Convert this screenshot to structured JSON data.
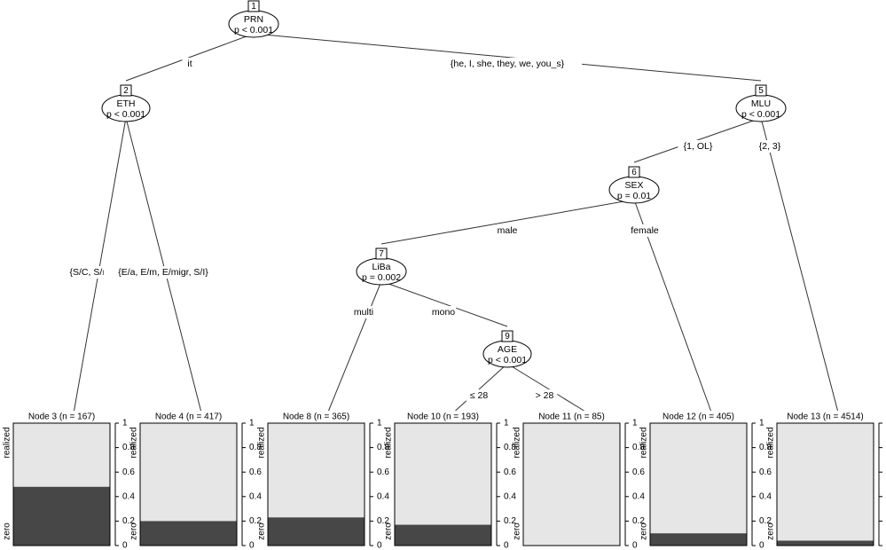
{
  "inner_nodes": [
    {
      "id": "1",
      "variable": "PRN",
      "p": "p < 0.001"
    },
    {
      "id": "2",
      "variable": "ETH",
      "p": "p < 0.001"
    },
    {
      "id": "5",
      "variable": "MLU",
      "p": "p < 0.001"
    },
    {
      "id": "6",
      "variable": "SEX",
      "p": "p = 0.01"
    },
    {
      "id": "7",
      "variable": "LiBa",
      "p": "p = 0.002"
    },
    {
      "id": "9",
      "variable": "AGE",
      "p": "p < 0.001"
    }
  ],
  "edges": [
    {
      "from": "1",
      "to": "2",
      "label": "it"
    },
    {
      "from": "1",
      "to": "5",
      "label": "{he, I, she, they, we, you_s}"
    },
    {
      "from": "2",
      "to": "3",
      "label": "{S/C, S/m}"
    },
    {
      "from": "2",
      "to": "4",
      "label": "{E/a, E/m, E/migr, S/I}"
    },
    {
      "from": "5",
      "to": "6",
      "label": "{1, OL}"
    },
    {
      "from": "5",
      "to": "13",
      "label": "{2, 3}"
    },
    {
      "from": "6",
      "to": "7",
      "label": "male"
    },
    {
      "from": "6",
      "to": "12",
      "label": "female"
    },
    {
      "from": "7",
      "to": "8",
      "label": "multi"
    },
    {
      "from": "7",
      "to": "9",
      "label": "mono"
    },
    {
      "from": "9",
      "to": "10",
      "label": "≤ 28"
    },
    {
      "from": "9",
      "to": "11",
      "label": "> 28"
    }
  ],
  "terminal_axis": {
    "categories": [
      "realized",
      "zero"
    ],
    "ticks": [
      "0",
      "0.2",
      "0.4",
      "0.6",
      "0.8",
      "1"
    ]
  },
  "terminal_nodes": [
    {
      "id": "3",
      "title": "Node 3 (n = 167)",
      "zero_proportion": 0.48
    },
    {
      "id": "4",
      "title": "Node 4 (n = 417)",
      "zero_proportion": 0.2
    },
    {
      "id": "8",
      "title": "Node 8 (n = 365)",
      "zero_proportion": 0.23
    },
    {
      "id": "10",
      "title": "Node 10 (n = 193)",
      "zero_proportion": 0.17
    },
    {
      "id": "11",
      "title": "Node 11 (n = 85)",
      "zero_proportion": 0.0
    },
    {
      "id": "12",
      "title": "Node 12 (n = 405)",
      "zero_proportion": 0.1
    },
    {
      "id": "13",
      "title": "Node 13 (n = 4514)",
      "zero_proportion": 0.04
    }
  ],
  "colors": {
    "zero": "#474747",
    "realized": "#e6e6e6",
    "stroke": "#000000",
    "line": "#333333"
  }
}
